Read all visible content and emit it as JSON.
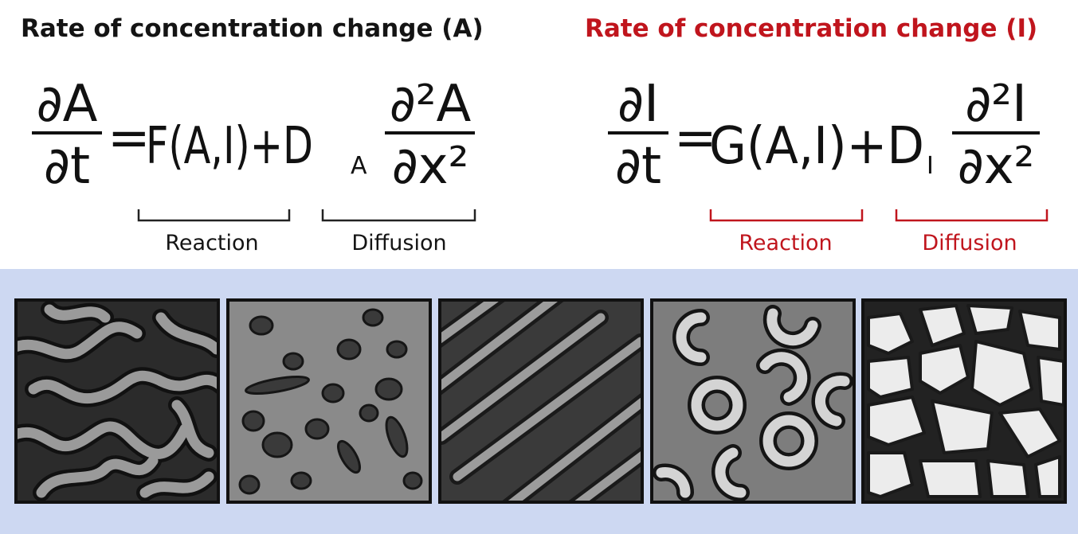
{
  "titles": {
    "activator": "Rate of concentration change (A)",
    "inhibitor": "Rate of concentration change (I)"
  },
  "equation_a": {
    "numerator": "∂A",
    "denominator": "∂t",
    "equals": "=",
    "reaction_term": "F(A,I)+D",
    "coefficient_subscript": "A",
    "diffusion_numerator": "∂²A",
    "diffusion_denominator": "∂x²",
    "reaction_label": "Reaction",
    "diffusion_label": "Diffusion"
  },
  "equation_i": {
    "numerator": "∂I",
    "denominator": "∂t",
    "equals": "=",
    "reaction_term": "G(A,I)+D",
    "coefficient_subscript": "I",
    "diffusion_numerator": "∂²I",
    "diffusion_denominator": "∂x²",
    "reaction_label": "Reaction",
    "diffusion_label": "Diffusion"
  },
  "colors": {
    "activator_text": "#141414",
    "inhibitor_text": "#c0151d",
    "panel_background": "#cdd8f2",
    "tile_border": "#111111"
  },
  "pattern_tiles": [
    "labyrinth",
    "spots-and-stripes",
    "diagonal-stripes",
    "rings-and-crescents",
    "cellular-network"
  ]
}
